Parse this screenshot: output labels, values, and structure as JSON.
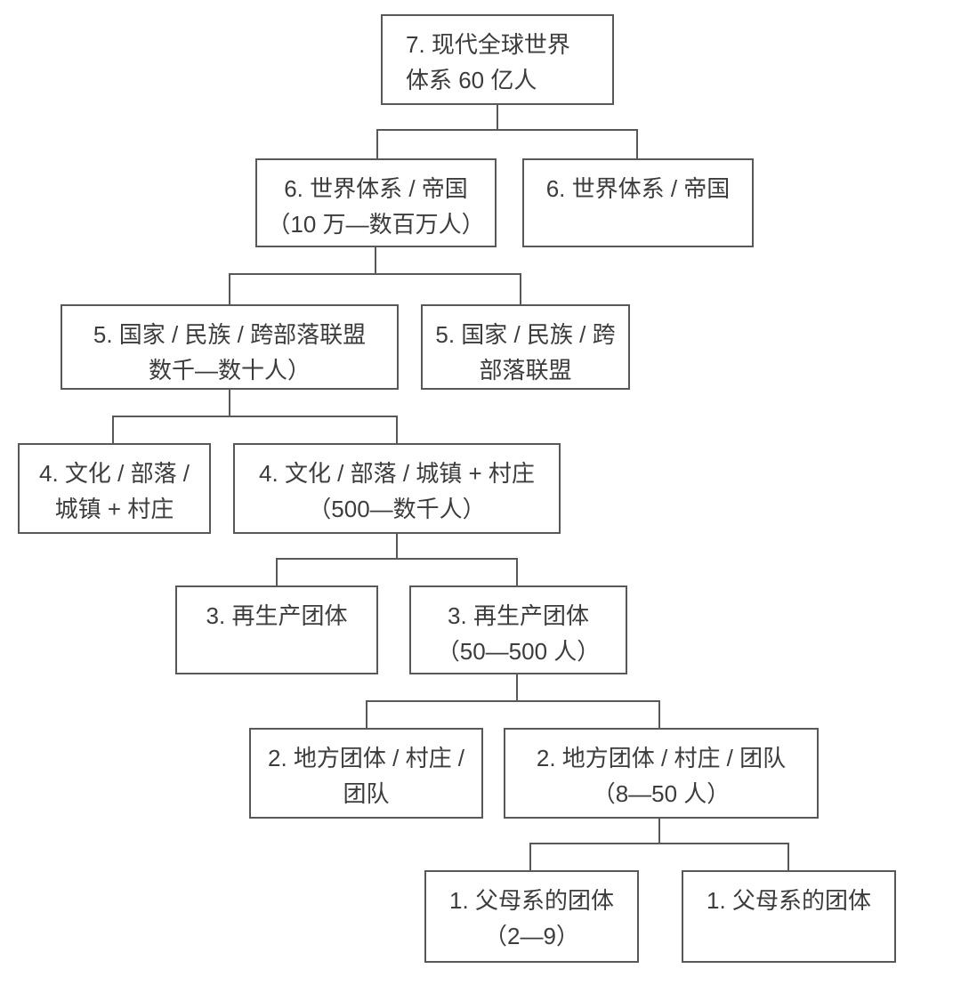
{
  "colors": {
    "background": "#ffffff",
    "box_border": "#585858",
    "connector_line": "#585858",
    "text": "#3c3c3c"
  },
  "diagram": {
    "type": "hierarchy-tree",
    "levels": 7,
    "nodes": [
      {
        "id": "level7",
        "line1": "7. 现代全球世界",
        "line2": "体系 60 亿人"
      },
      {
        "id": "level6-main",
        "line1": "6. 世界体系 / 帝国",
        "line2": "（10 万—数百万人）"
      },
      {
        "id": "level6-sibling",
        "line1": "6. 世界体系 / 帝国",
        "line2": ""
      },
      {
        "id": "level5-main",
        "line1": "5. 国家 / 民族 / 跨部落联盟",
        "line2": "数千—数十人）"
      },
      {
        "id": "level5-sibling",
        "line1": "5. 国家 / 民族 / 跨",
        "line2": "部落联盟"
      },
      {
        "id": "level4-sibling",
        "line1": "4. 文化 / 部落 /",
        "line2": "城镇 + 村庄"
      },
      {
        "id": "level4-main",
        "line1": "4. 文化 / 部落 / 城镇 + 村庄",
        "line2": "（500—数千人）"
      },
      {
        "id": "level3-sibling",
        "line1": "3. 再生产团体",
        "line2": ""
      },
      {
        "id": "level3-main",
        "line1": "3. 再生产团体",
        "line2": "（50—500 人）"
      },
      {
        "id": "level2-sibling",
        "line1": "2. 地方团体 / 村庄 /",
        "line2": "团队"
      },
      {
        "id": "level2-main",
        "line1": "2. 地方团体 / 村庄 / 团队",
        "line2": "（8—50 人）"
      },
      {
        "id": "level1-main",
        "line1": "1. 父母系的团体",
        "line2": "（2—9）"
      },
      {
        "id": "level1-sibling",
        "line1": "1. 父母系的团体",
        "line2": ""
      }
    ],
    "edges": [
      {
        "parent": "level7",
        "children": [
          "level6-main",
          "level6-sibling"
        ]
      },
      {
        "parent": "level6-main",
        "children": [
          "level5-main",
          "level5-sibling"
        ]
      },
      {
        "parent": "level5-main",
        "children": [
          "level4-sibling",
          "level4-main"
        ]
      },
      {
        "parent": "level4-main",
        "children": [
          "level3-sibling",
          "level3-main"
        ]
      },
      {
        "parent": "level3-main",
        "children": [
          "level2-sibling",
          "level2-main"
        ]
      },
      {
        "parent": "level2-main",
        "children": [
          "level1-main",
          "level1-sibling"
        ]
      }
    ]
  }
}
